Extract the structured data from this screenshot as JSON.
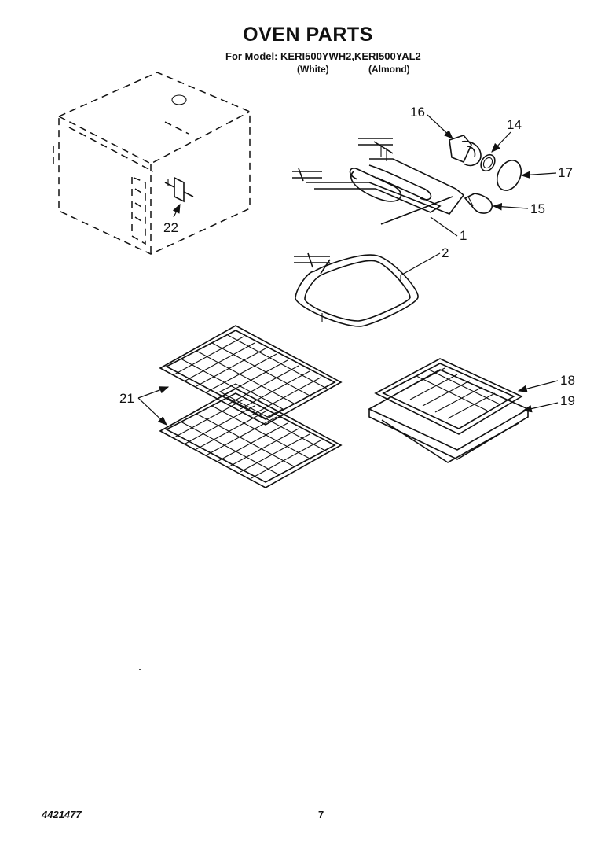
{
  "header": {
    "title": "OVEN PARTS",
    "model_line": "For Model: KERI500YWH2,KERI500YAL2",
    "variants": [
      "(White)",
      "(Almond)"
    ]
  },
  "parts": [
    {
      "callout": "1",
      "part": "broil-element"
    },
    {
      "callout": "2",
      "part": "bake-element"
    },
    {
      "callout": "14",
      "part": "light-gasket"
    },
    {
      "callout": "15",
      "part": "light-bulb"
    },
    {
      "callout": "16",
      "part": "light-socket"
    },
    {
      "callout": "17",
      "part": "light-lens"
    },
    {
      "callout": "18",
      "part": "broiler-pan-insert"
    },
    {
      "callout": "19",
      "part": "broiler-pan"
    },
    {
      "callout": "21",
      "part": "oven-racks"
    },
    {
      "callout": "22",
      "part": "door-latch-bracket"
    }
  ],
  "footer": {
    "doc_number": "4421477",
    "page_number": "7"
  }
}
